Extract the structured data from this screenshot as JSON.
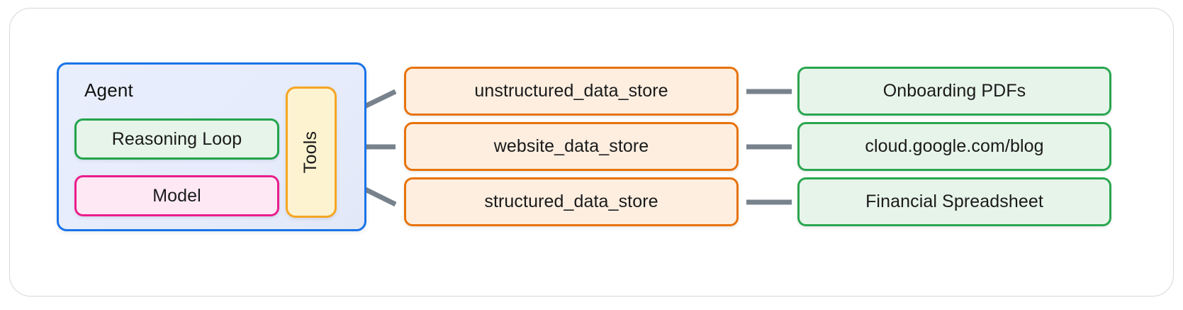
{
  "diagram": {
    "title_visible": false,
    "colors": {
      "frame_border": "#d6d8dc",
      "agent_border": "#1a73e8",
      "agent_fill": "#e8eefc",
      "reasoning_border": "#22a44c",
      "reasoning_fill": "#e6f4e9",
      "model_border": "#e91e8c",
      "model_fill": "#fde8f4",
      "tools_border": "#f5a623",
      "tools_fill": "#fdf3d0",
      "datastore_border": "#e8730c",
      "datastore_fill": "#fdeee0",
      "source_border": "#2aa64f",
      "source_fill": "#e7f4ea",
      "connector": "#78828c"
    },
    "agent": {
      "label": "Agent",
      "components": [
        {
          "label": "Reasoning Loop"
        },
        {
          "label": "Model"
        }
      ]
    },
    "tools": {
      "label": "Tools",
      "orientation": "vertical"
    },
    "data_stores": [
      {
        "label": "unstructured_data_store"
      },
      {
        "label": "website_data_store"
      },
      {
        "label": "structured_data_store"
      }
    ],
    "sources": [
      {
        "label": "Onboarding PDFs"
      },
      {
        "label": "cloud.google.com/blog"
      },
      {
        "label": "Financial Spreadsheet"
      }
    ],
    "edges": {
      "tools_to_stores": [
        {
          "from": "Tools",
          "to": "unstructured_data_store"
        },
        {
          "from": "Tools",
          "to": "website_data_store"
        },
        {
          "from": "Tools",
          "to": "structured_data_store"
        }
      ],
      "stores_to_sources": [
        {
          "from": "unstructured_data_store",
          "to": "Onboarding PDFs"
        },
        {
          "from": "website_data_store",
          "to": "cloud.google.com/blog"
        },
        {
          "from": "structured_data_store",
          "to": "Financial Spreadsheet"
        }
      ]
    }
  }
}
